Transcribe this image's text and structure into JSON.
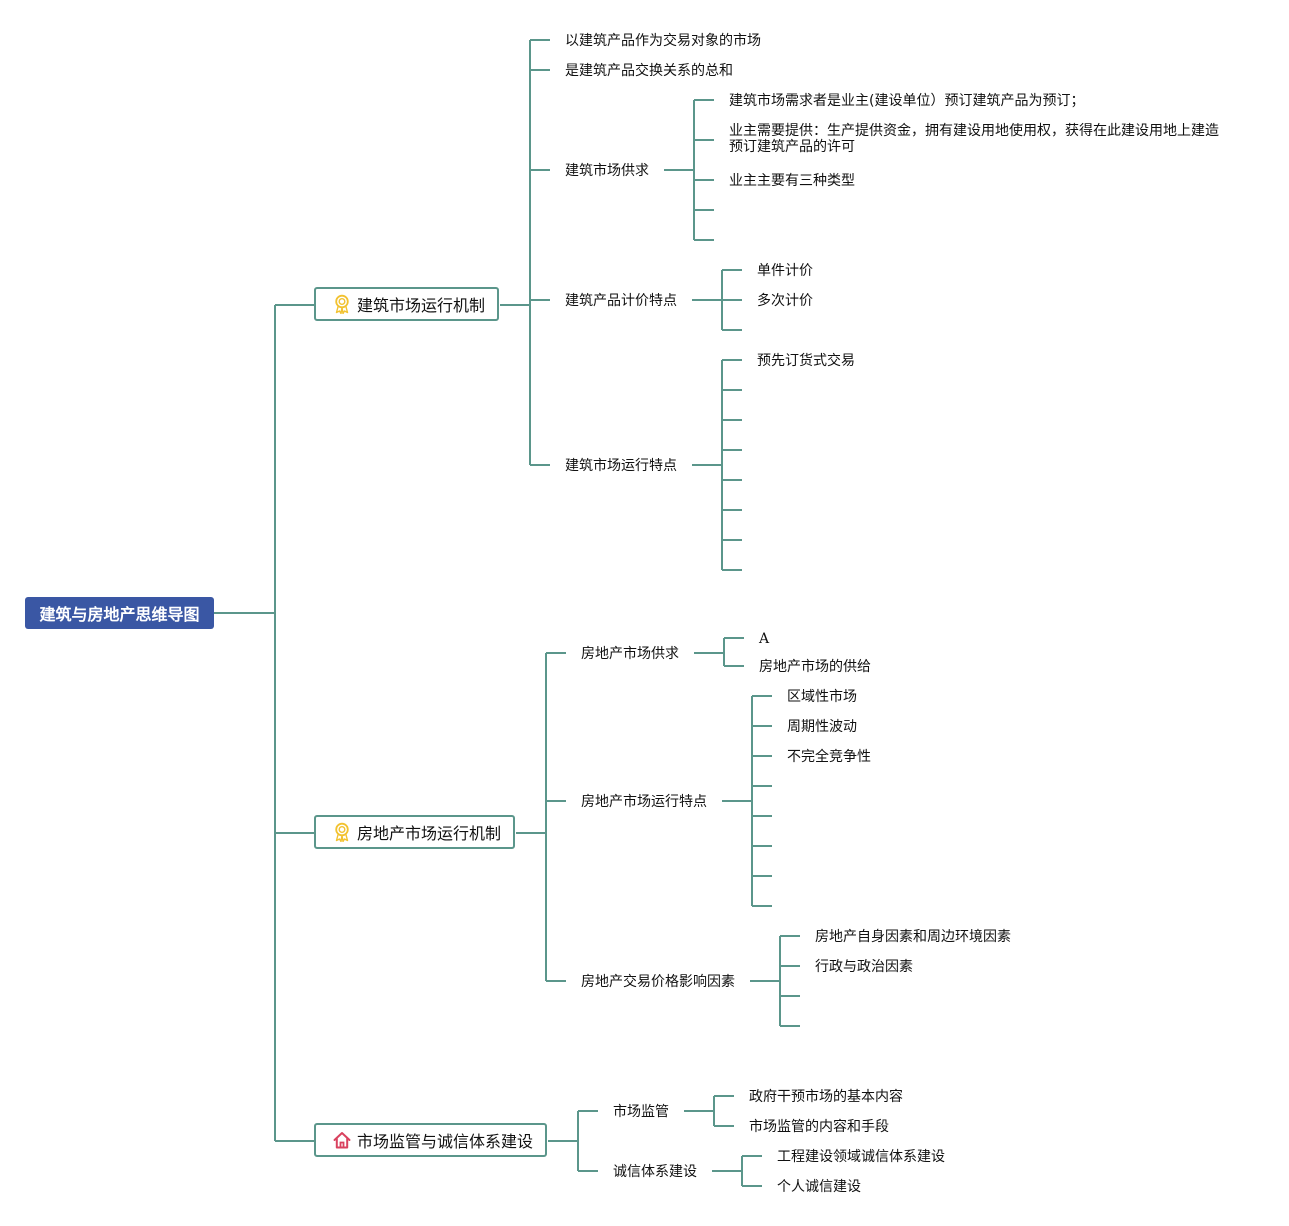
{
  "root": "建筑与房地产思维导图",
  "branches": [
    {
      "label": "建筑市场运行机制",
      "icon": "award-ribbon-icon",
      "children": [
        {
          "label": "以建筑产品作为交易对象的市场"
        },
        {
          "label": "是建筑产品交换关系的总和"
        },
        {
          "label": "建筑市场供求",
          "children": [
            "建筑市场需求者是业主(建设单位）预订建筑产品为预订；",
            "业主需要提供：生产提供资金，拥有建设用地使用权，获得在此建设用地上建造预订建筑产品的许可",
            "业主主要有三种类型",
            "",
            ""
          ]
        },
        {
          "label": "建筑产品计价特点",
          "children": [
            "单件计价",
            "多次计价",
            ""
          ]
        },
        {
          "label": "建筑市场运行特点",
          "children": [
            "预先订货式交易",
            "",
            "",
            "",
            "",
            "",
            "",
            ""
          ]
        }
      ]
    },
    {
      "label": "房地产市场运行机制",
      "icon": "award-ribbon-icon",
      "children": [
        {
          "label": "房地产市场供求",
          "children": [
            "A",
            "房地产市场的供给"
          ]
        },
        {
          "label": "房地产市场运行特点",
          "children": [
            "区域性市场",
            "周期性波动",
            "不完全竞争性",
            "",
            "",
            "",
            "",
            ""
          ]
        },
        {
          "label": "房地产交易价格影响因素",
          "children": [
            "房地产自身因素和周边环境因素",
            "行政与政治因素",
            "",
            ""
          ]
        }
      ]
    },
    {
      "label": "市场监管与诚信体系建设",
      "icon": "house-icon",
      "children": [
        {
          "label": "市场监管",
          "children": [
            "政府干预市场的基本内容",
            "市场监管的内容和手段"
          ]
        },
        {
          "label": "诚信体系建设",
          "children": [
            "工程建设领域诚信体系建设",
            "个人诚信建设"
          ]
        }
      ]
    }
  ],
  "colors": {
    "root_bg": "#3a57a4",
    "line": "#5b968b",
    "award_icon": "#f2c230",
    "house_icon": "#d9425f"
  }
}
